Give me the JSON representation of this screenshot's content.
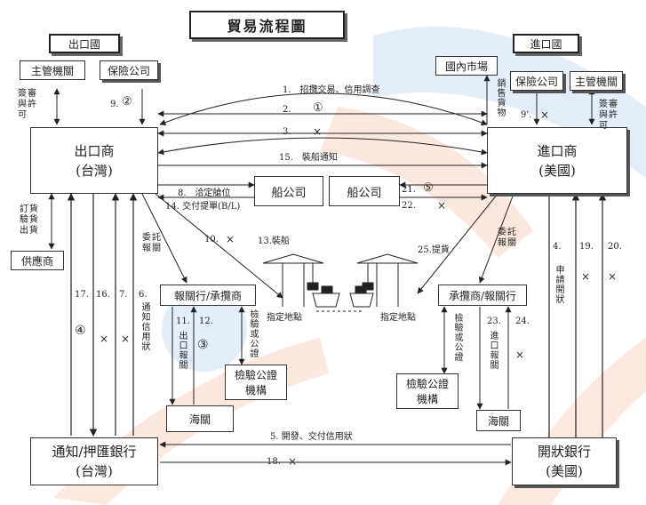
{
  "title": "貿易流程圖",
  "left_country": "出口國",
  "right_country": "進口國",
  "boxes": {
    "exporter_line1": "出口商",
    "exporter_line2": "(台灣)",
    "importer_line1": "進口商",
    "importer_line2": "(美國)",
    "authority_left": "主管機關",
    "insurance_left": "保險公司",
    "domestic_market": "國內市場",
    "insurance_right": "保險公司",
    "authority_right": "主管機關",
    "supplier": "供應商",
    "ship_left": "船公司",
    "ship_right": "船公司",
    "customs_broker_left": "報關行/承攬商",
    "customs_broker_right": "承攬商/報關行",
    "inspection_left": "檢驗公證機構",
    "inspection_right": "檢驗公證機構",
    "customs_left": "海關",
    "customs_right": "海關",
    "advising_bank_line1": "通知/押匯銀行",
    "advising_bank_line2": "(台灣)",
    "issuing_bank_line1": "開狀銀行",
    "issuing_bank_line2": "(美國)"
  },
  "labels": {
    "s1": "1.　招攬交易、信用調查",
    "s2": "2.",
    "s2_mark": "①",
    "s3": "3.",
    "s3_mark": "×",
    "s15": "15.　裝船通知",
    "s8": "8.　洽定艙位",
    "s14": "14. 交付提單(B/L)",
    "s21": "21.",
    "s21_mark": "⑤",
    "s22": "22.",
    "s22_mark": "×",
    "s9": "9.",
    "s9_mark": "②",
    "s9p": "9'.",
    "s9p_mark": "×",
    "s10": "10.",
    "s10_mark": "×",
    "s13": "13.裝船",
    "s25": "25.提貨",
    "s5": "5. 開發、交付信用狀",
    "s18": "18.",
    "s18_mark": "×",
    "s17": "17.",
    "s16": "16.",
    "s16_mark": "×",
    "s7": "7.",
    "s7_mark": "×",
    "s6": "6.",
    "s6_text": "通知信用狀",
    "mark4": "④",
    "mark3": "③",
    "s11": "11.",
    "s11_text": "出口報關",
    "s12": "12.",
    "s12_text": "檢驗或公證",
    "s23": "23.",
    "s23_text": "進口報關",
    "s24": "24.",
    "s24_mark": "×",
    "s24_text": "檢驗或公證",
    "s4": "4.",
    "s4_text": "申請開狀",
    "s19": "19.",
    "s19_mark": "×",
    "s20": "20.",
    "s20_mark": "×",
    "review_left": "簽審與許可",
    "review_right": "簽審與許可",
    "sales": "銷售貨物",
    "supply": "訂貨驗貨出貨",
    "entrust_left": "委託報關",
    "entrust_right": "委託報關",
    "port_left": "指定地點",
    "port_right": "指定地點"
  }
}
